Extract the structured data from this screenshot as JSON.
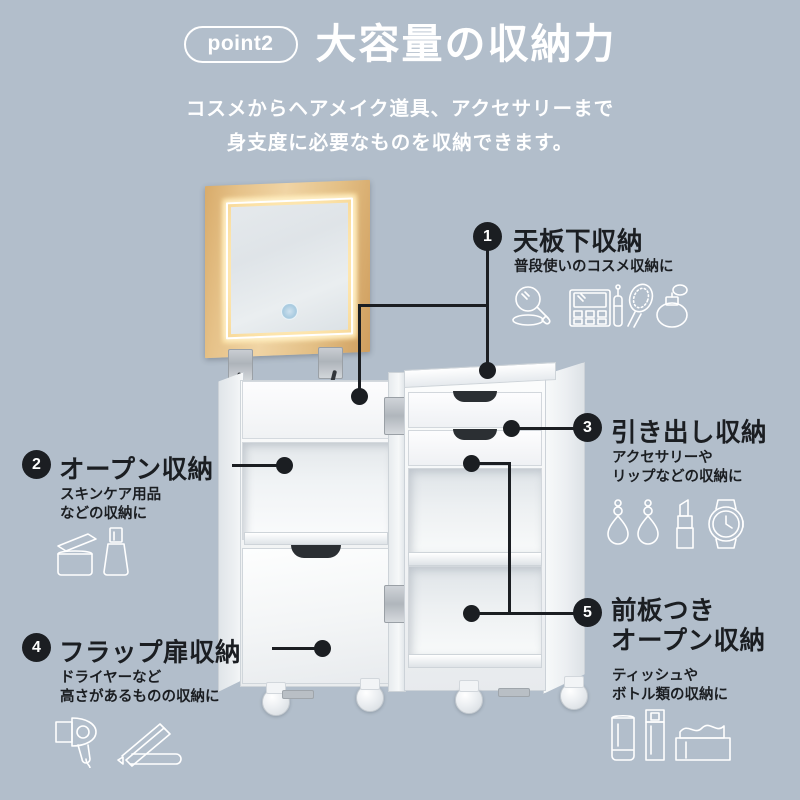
{
  "header": {
    "badge": "point2",
    "title": "大容量の収納力",
    "subtitle_line1": "コスメからヘアメイク道具、アクセサリーまで",
    "subtitle_line2": "身支度に必要なものを収納できます。"
  },
  "colors": {
    "background": "#b2becb",
    "text_dark": "#1b1e22",
    "text_light": "#ffffff",
    "badge_border": "#ffffff",
    "product_white": "#f3f5f6",
    "mirror_wood": "#e3bf85",
    "mirror_led": "#ffe9b4"
  },
  "callouts": [
    {
      "number": "1",
      "title": "天板下収納",
      "description": "普段使いのコスメ収納に",
      "icons": [
        "compact-mirror-icon",
        "eyeshadow-palette-icon",
        "mascara-icon",
        "hand-mirror-icon",
        "perfume-bottle-icon"
      ]
    },
    {
      "number": "2",
      "title": "オープン収納",
      "description": "スキンケア用品\nなどの収納に",
      "icons": [
        "cream-jar-icon",
        "lotion-bottle-icon"
      ]
    },
    {
      "number": "3",
      "title": "引き出し収納",
      "description": "アクセサリーや\nリップなどの収納に",
      "icons": [
        "earring-icon",
        "earring-icon",
        "lipstick-icon",
        "watch-icon"
      ]
    },
    {
      "number": "4",
      "title": "フラップ扉収納",
      "description": "ドライヤーなど\n高さがあるものの収納に",
      "icons": [
        "hair-dryer-icon",
        "flat-iron-icon"
      ]
    },
    {
      "number": "5",
      "title": "前板つき\nオープン収納",
      "description": "ティッシュや\nボトル類の収納に",
      "icons": [
        "cosmetic-tube-icon",
        "spray-bottle-icon",
        "tissue-box-icon"
      ]
    }
  ],
  "product": {
    "name": "led-mirror-vanity-cabinet",
    "parts": [
      "led-mirror-lid",
      "left-cabinet-body",
      "right-slim-unit",
      "top-drawers",
      "open-shelf",
      "flap-door",
      "casters"
    ]
  }
}
